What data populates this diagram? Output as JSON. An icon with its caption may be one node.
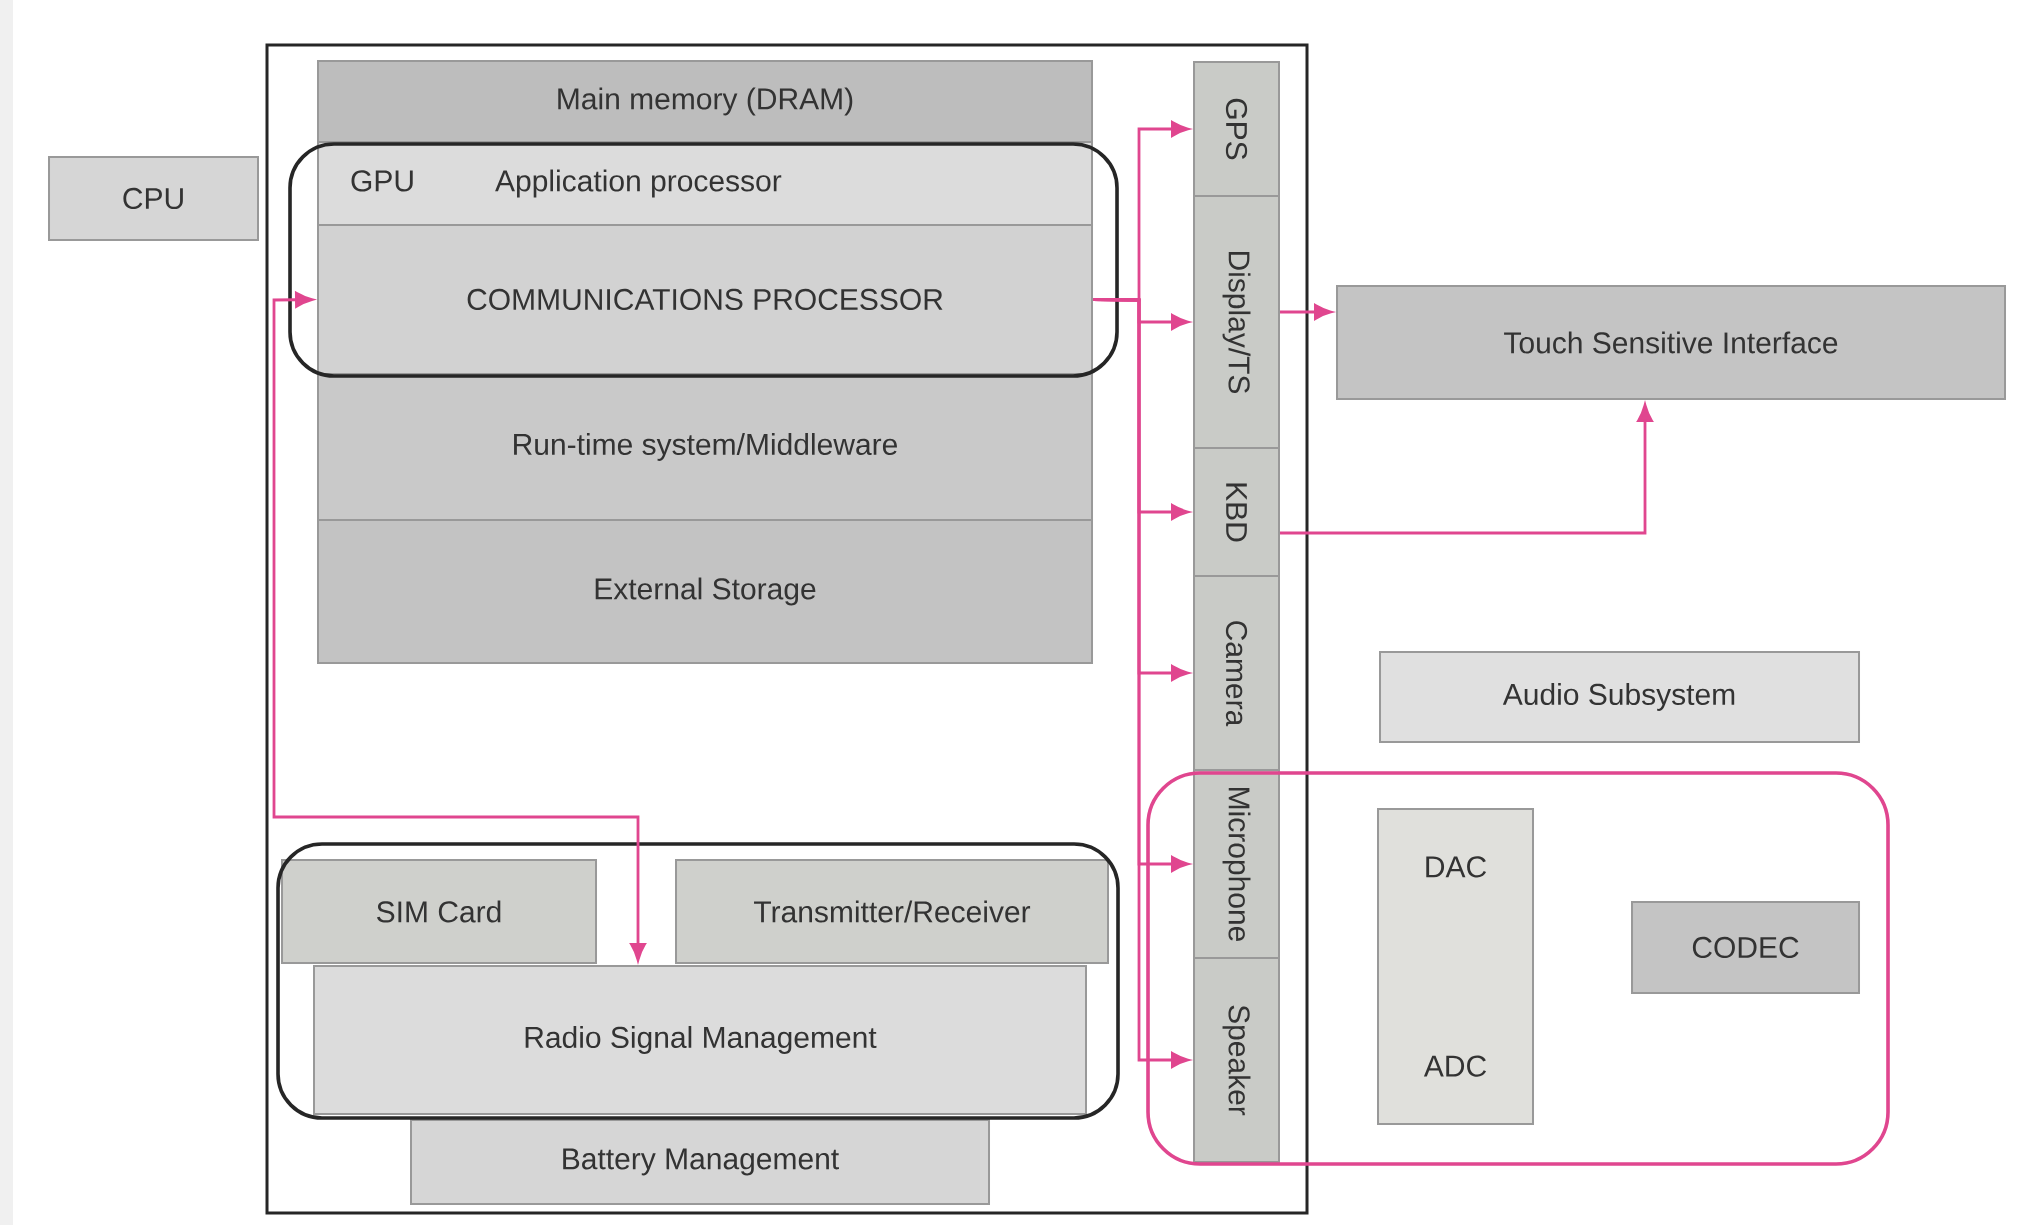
{
  "diagram": {
    "nodes": [
      {
        "text": [
          "CPU"
        ]
      },
      {
        "text": [],
        "shape": "box"
      },
      {
        "text": [
          "Main memory (DRAM)"
        ],
        "in": 1
      },
      {
        "text": [],
        "shape": "box",
        "in": 1
      },
      {
        "text": [
          "GPU",
          "Application processor"
        ],
        "in": 3
      },
      {
        "text": [
          "COMMUNICATIONS PROCESSOR"
        ],
        "in": 3
      },
      {
        "text": [
          "Run-time system/Middleware"
        ],
        "in": 1
      },
      {
        "text": [
          "External Storage"
        ],
        "in": 1
      },
      {
        "text": [
          "GPS"
        ],
        "in": 1
      },
      {
        "text": [
          "Display/TS"
        ],
        "in": 1
      },
      {
        "text": [
          "KBD"
        ],
        "in": 1
      },
      {
        "text": [
          "Camera"
        ],
        "in": 1
      },
      {
        "text": [
          "Microphone"
        ]
      },
      {
        "text": [
          "Speaker"
        ]
      },
      {
        "text": [],
        "shape": "box",
        "in": 1
      },
      {
        "text": [
          "SIM Card"
        ],
        "in": 14
      },
      {
        "text": [
          "Transmitter/Receiver"
        ],
        "in": 14
      },
      {
        "text": [
          "Radio Signal Management"
        ],
        "in": 14
      },
      {
        "text": [
          "Battery Management"
        ],
        "in": 1
      },
      {
        "text": [
          "Touch Sensitive Interface"
        ]
      },
      {
        "text": [
          "Audio Subsystem"
        ]
      },
      {
        "text": [],
        "shape": "box"
      },
      {
        "text": [
          "DAC",
          "ADC"
        ],
        "in": 21
      },
      {
        "text": [
          "CODEC"
        ],
        "in": 21
      }
    ],
    "edges": [
      {
        "from": 5,
        "to": 8,
        "arrow": "to"
      },
      {
        "from": 5,
        "to": 9,
        "arrow": "to"
      },
      {
        "from": 5,
        "to": 10,
        "arrow": "to"
      },
      {
        "from": 5,
        "to": 11,
        "arrow": "to"
      },
      {
        "from": 5,
        "to": 12,
        "arrow": "to"
      },
      {
        "from": 5,
        "to": 13,
        "arrow": "to"
      },
      {
        "from": 9,
        "to": 19,
        "arrow": "to"
      },
      {
        "from": 10,
        "to": 19,
        "arrow": "to"
      },
      {
        "from": 5,
        "to": 17,
        "arrow": "both"
      }
    ]
  }
}
